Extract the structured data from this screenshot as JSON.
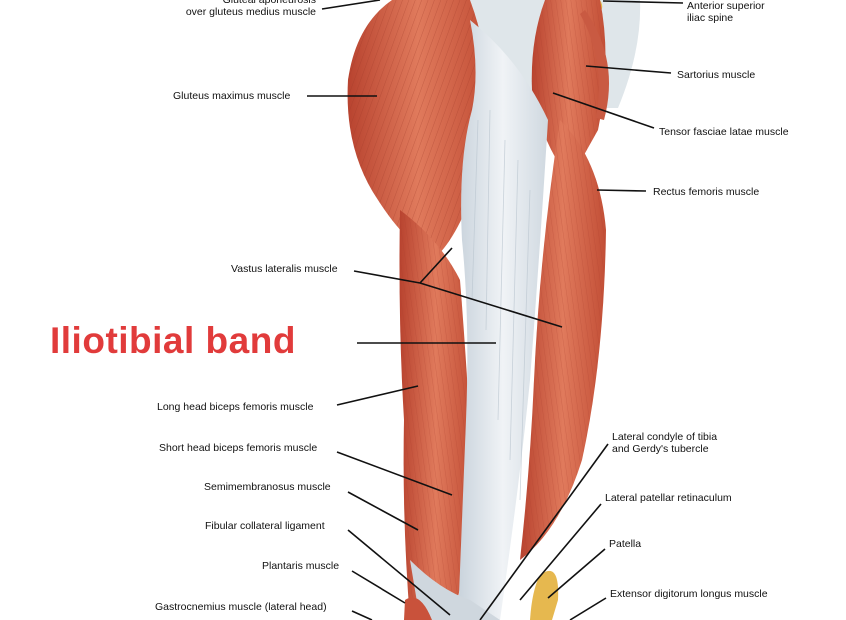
{
  "headline": "Iliotibial band",
  "colors": {
    "headline": "#e13b3b",
    "muscle": "#d9644a",
    "muscle_dark": "#b8432f",
    "tendon": "#dfe5ea",
    "leader": "#111111"
  },
  "labels_left": {
    "gluteal_aponeurosis": "Gluteal aponeurosis\nover gluteus medius muscle",
    "gluteus_maximus": "Gluteus maximus muscle",
    "vastus_lateralis": "Vastus lateralis muscle",
    "long_head_biceps": "Long head biceps femoris muscle",
    "short_head_biceps": "Short head biceps femoris muscle",
    "semimembranosus": "Semimembranosus muscle",
    "fibular_collateral": "Fibular collateral ligament",
    "plantaris": "Plantaris muscle",
    "gastrocnemius": "Gastrocnemius muscle (lateral head)"
  },
  "labels_right": {
    "asis": "Anterior superior\niliac spine",
    "sartorius": "Sartorius muscle",
    "tensor_fasciae": "Tensor fasciae latae muscle",
    "rectus_femoris": "Rectus femoris muscle",
    "lateral_condyle": "Lateral condyle of tibia\nand Gerdy's tubercle",
    "patellar_retinaculum": "Lateral patellar retinaculum",
    "patella": "Patella",
    "extensor_digitorum": "Extensor digitorum longus muscle"
  }
}
